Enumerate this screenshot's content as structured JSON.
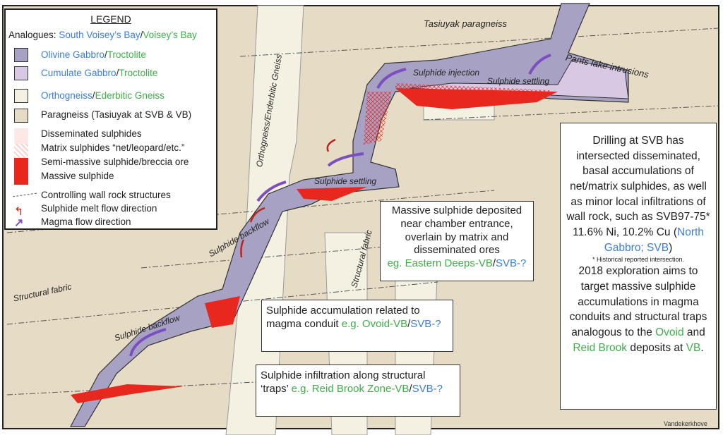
{
  "colors": {
    "paragneiss": "#e6dcc6",
    "orthogneiss": "#f4f1e3",
    "olivine_gabbro": "#a7a1c4",
    "cumulate_gabbro": "#d8c8e4",
    "sulphide": "#e8281e",
    "analog_svb": "#3a7fd5",
    "analog_vb": "#3fae49",
    "magma_arrow": "#7b4fc0"
  },
  "legend": {
    "title": "LEGEND",
    "analogues_label": "Analogues:",
    "svb": "South Voisey’s Bay",
    "vb": "Voisey’s Bay",
    "units": [
      {
        "svb": "Olivine Gabbro",
        "vb": "Troctolite"
      },
      {
        "svb": "Cumulate Gabbro",
        "vb": "Troctolite"
      },
      {
        "svb": "Orthogneiss",
        "vb": "Ederbitic Gneiss"
      }
    ],
    "paragneiss": "Paragneiss (Tasiuyak at SVB & VB)",
    "disseminated": "Disseminated sulphides",
    "matrix": "Matrix sulphides “net/leopard/etc.”",
    "semi_massive": "Semi-massive sulphide/breccia ore",
    "massive": "Massive sulphide",
    "structures": "Controlling wall rock structures",
    "sulphide_flow": "Sulphide melt flow direction",
    "magma_flow": "Magma flow direction"
  },
  "map_labels": {
    "tasiuyak": "Tasiuyak paragneiss",
    "orthogneiss": "Orthogneiss/Enderbitic Gneiss",
    "pants_lake": "Pants lake intrusions",
    "injection": "Sulphide injection",
    "settling_top": "Sulphide settling",
    "settling_mid": "Sulphide settling",
    "backflow_upper": "Sulphide backflow",
    "backflow_lower": "Sulphide backflow",
    "structural_fabric_left": "Structural fabric",
    "structural_fabric_right": "Structural fabric",
    "credit": "Vandekerkhove"
  },
  "callouts": {
    "massive_entrance": {
      "text": "Massive sulphide deposited near chamber entrance, overlain by matrix and disseminated ores",
      "eg": "eg. ",
      "vb": "Eastern Deeps-VB",
      "sep": "/",
      "svb": "SVB-?"
    },
    "conduit": {
      "text": "Sulphide accumulation related to magma conduit ",
      "vb": "e.g. Ovoid-VB",
      "sep": "/",
      "svb": "SVB-?"
    },
    "traps": {
      "text": "Sulphide infiltration along structural ‘traps’ ",
      "vb": "e.g. Reid Brook Zone-VB",
      "sep": "/",
      "svb": "SVB-?"
    },
    "drilling": {
      "p1": "Drilling at SVB has intersected disseminated, basal accumulations of net/matrix sulphides, as well as  minor local infiltrations of wall rock, such as SVB97-75* 11.6% Ni, 10.2% Cu (",
      "p1_blue": "North Gabbro; SVB",
      "p1_end": ")",
      "footnote": "* Historical reported intersection.",
      "p2": "2018 exploration aims to target massive sulphide accumulations in magma conduits and structural traps analogous to the ",
      "ovoid": "Ovoid",
      "and": " and ",
      "reid": "Reid Brook",
      "p2b": " deposits at ",
      "vb": "VB",
      "end": "."
    }
  }
}
